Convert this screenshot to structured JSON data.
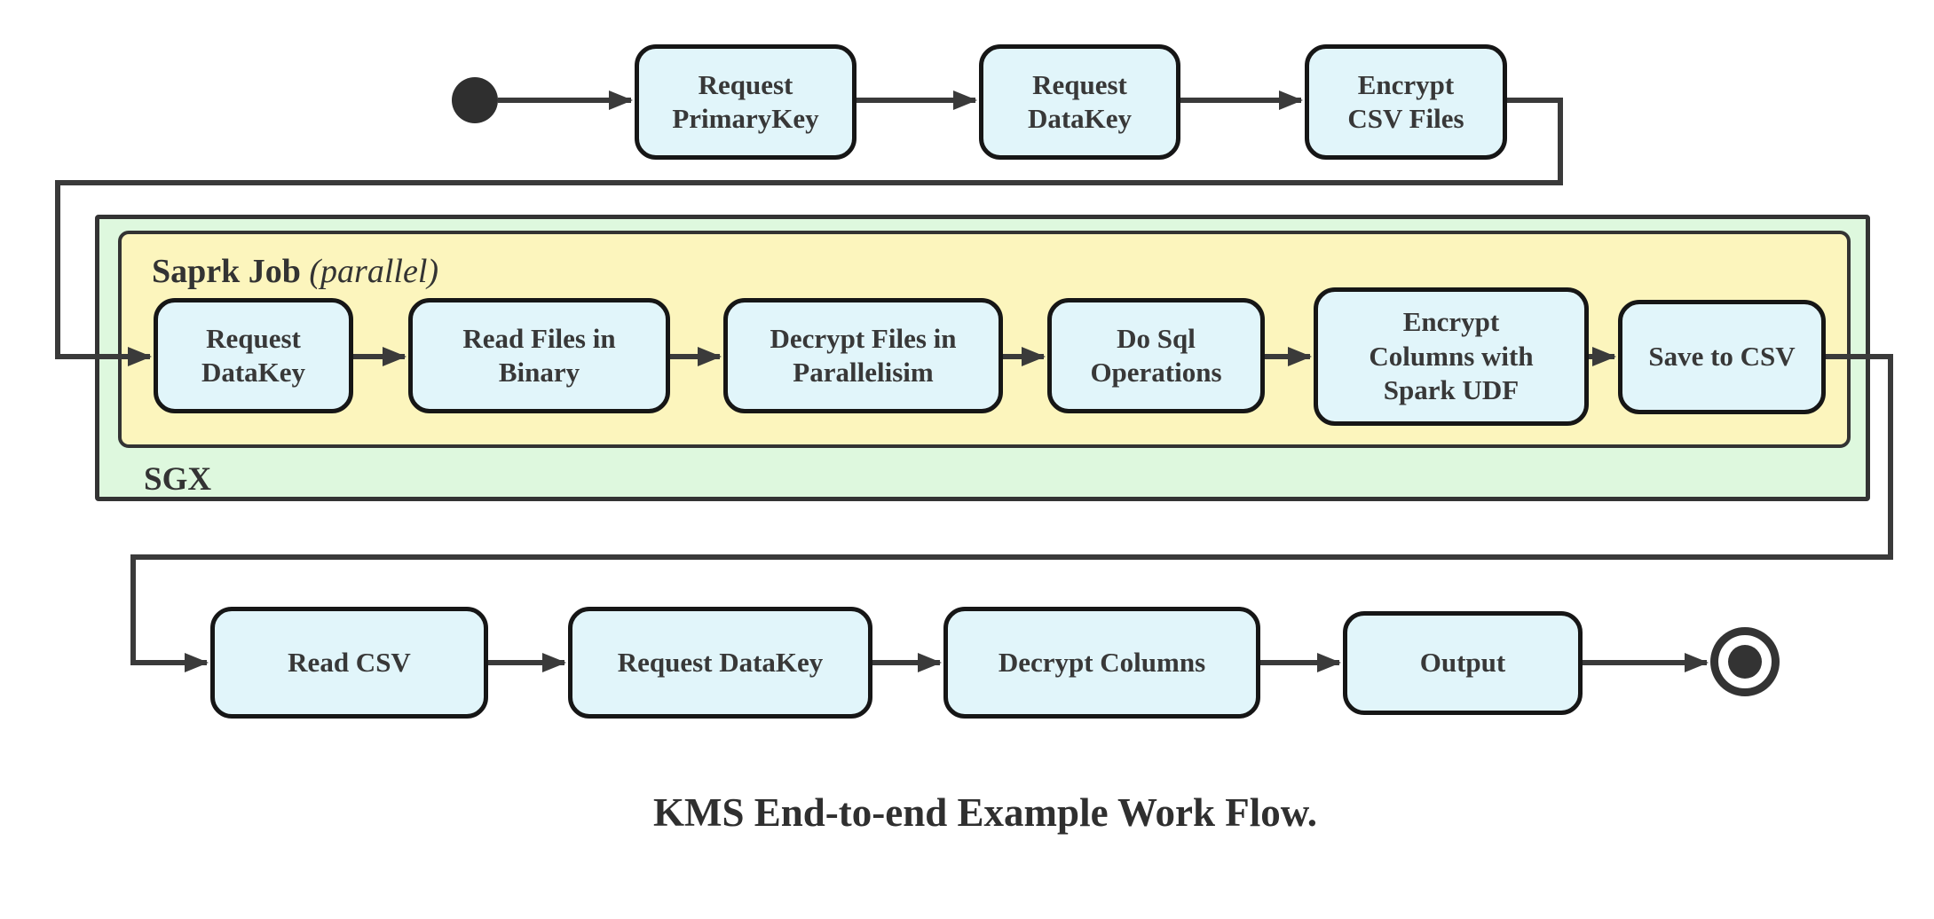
{
  "caption": {
    "text": "KMS End-to-end Example Work Flow."
  },
  "containers": {
    "sgx": {
      "label": "SGX"
    },
    "spark": {
      "label_bold": "Saprk Job",
      "label_italic": "(parallel)"
    }
  },
  "rows": {
    "top": [
      {
        "id": "request-primarykey",
        "lines": [
          "Request",
          "PrimaryKey"
        ]
      },
      {
        "id": "request-datakey",
        "lines": [
          "Request",
          "DataKey"
        ]
      },
      {
        "id": "encrypt-csv-files",
        "lines": [
          "Encrypt",
          "CSV Files"
        ]
      }
    ],
    "sgx": [
      {
        "id": "sgx-request-datakey",
        "lines": [
          "Request",
          "DataKey"
        ]
      },
      {
        "id": "read-files-in-binary",
        "lines": [
          "Read Files in",
          "Binary"
        ]
      },
      {
        "id": "decrypt-files-in-parallel",
        "lines": [
          "Decrypt Files in",
          "Parallelisim"
        ]
      },
      {
        "id": "do-sql-operations",
        "lines": [
          "Do Sql",
          "Operations"
        ]
      },
      {
        "id": "encrypt-columns-spark-udf",
        "lines": [
          "Encrypt",
          "Columns with",
          "Spark UDF"
        ]
      },
      {
        "id": "save-to-csv",
        "lines": [
          "Save to CSV"
        ]
      }
    ],
    "bottom": [
      {
        "id": "read-csv",
        "lines": [
          "Read CSV"
        ]
      },
      {
        "id": "bottom-request-datakey",
        "lines": [
          "Request DataKey"
        ]
      },
      {
        "id": "decrypt-columns",
        "lines": [
          "Decrypt Columns"
        ]
      },
      {
        "id": "output",
        "lines": [
          "Output"
        ]
      }
    ]
  },
  "icons": {
    "start": "filled-circle-initial-state",
    "end": "double-circle-final-state",
    "arrow": "solid-triangle-arrowhead"
  },
  "colors": {
    "node_fill": "#e1f5fa",
    "node_border": "#161616",
    "sgx_fill": "#def8de",
    "spark_fill": "#fcf5bd",
    "container_border": "#333333",
    "edge": "#3a3a3a",
    "text": "#383838"
  }
}
